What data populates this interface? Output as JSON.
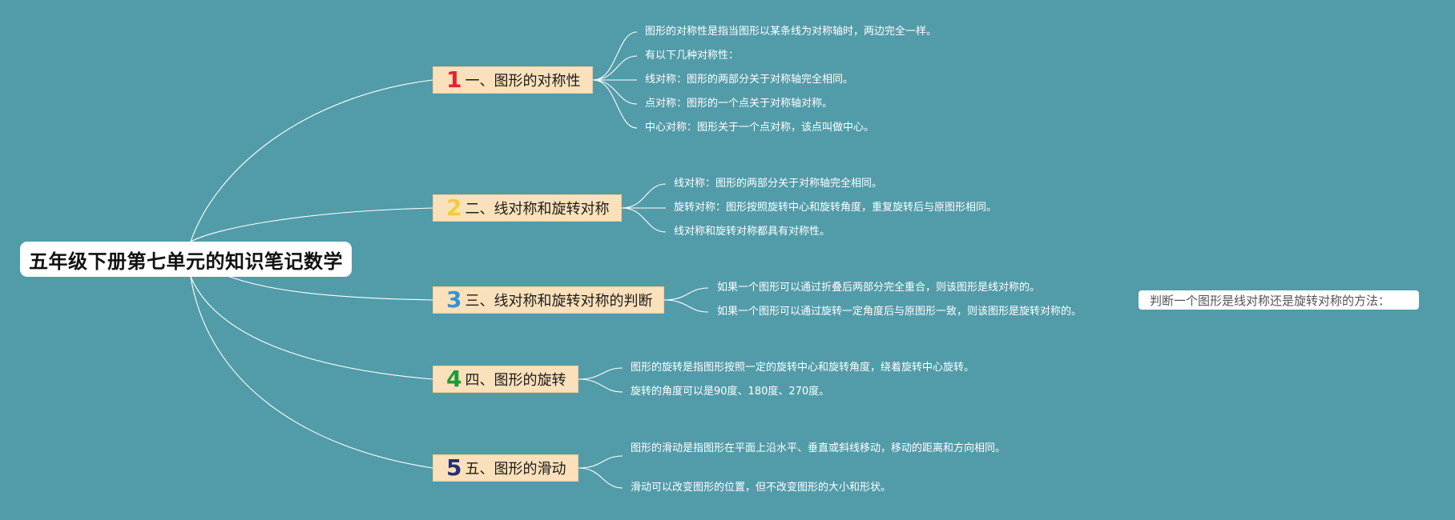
{
  "root": {
    "title": "五年级下册第七单元的知识笔记数学"
  },
  "branches": [
    {
      "number": "1",
      "number_color": "#e02433",
      "title": "一、图形的对称性",
      "items": [
        "图形的对称性是指当图形以某条线为对称轴时，两边完全一样。",
        "有以下几种对称性：",
        "线对称：图形的两部分关于对称轴完全相同。",
        "点对称：图形的一个点关于对称轴对称。",
        "中心对称：图形关于一个点对称，该点叫做中心。"
      ]
    },
    {
      "number": "2",
      "number_color": "#f2cc3c",
      "title": "二、线对称和旋转对称",
      "items": [
        "线对称：图形的两部分关于对称轴完全相同。",
        "旋转对称：图形按照旋转中心和旋转角度，重复旋转后与原图形相同。",
        "线对称和旋转对称都具有对称性。"
      ]
    },
    {
      "number": "3",
      "number_color": "#2e95d8",
      "title": "三、线对称和旋转对称的判断",
      "items": [
        "如果一个图形可以通过折叠后两部分完全重合，则该图形是线对称的。",
        "如果一个图形可以通过旋转一定角度后与原图形一致，则该图形是旋转对称的。"
      ],
      "note": "判断一个图形是线对称还是旋转对称的方法："
    },
    {
      "number": "4",
      "number_color": "#1f9a3b",
      "title": "四、图形的旋转",
      "items": [
        "图形的旋转是指图形按照一定的旋转中心和旋转角度，绕着旋转中心旋转。",
        "旋转的角度可以是90度、180度、270度。"
      ]
    },
    {
      "number": "5",
      "number_color": "#23317a",
      "title": "五、图形的滑动",
      "items": [
        "图形的滑动是指图形在平面上沿水平、垂直或斜线移动，移动的距离和方向相同。",
        "滑动可以改变图形的位置，但不改变图形的大小和形状。"
      ]
    }
  ]
}
